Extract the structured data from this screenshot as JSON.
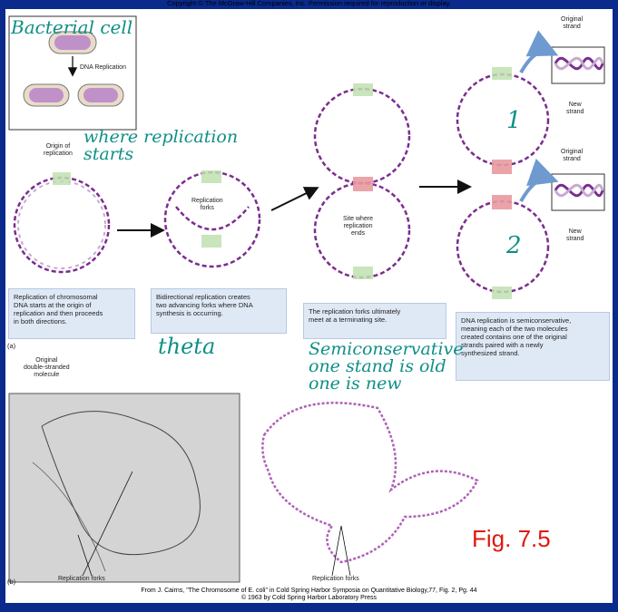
{
  "copyright": "Copyright © The McGraw-Hill Companies, Inc. Permission required for reproduction or display.",
  "inset": {
    "label": "DNA Replication"
  },
  "labels": {
    "origin": "Origin of\nreplication",
    "forks": "Replication\nforks",
    "site": "Site where\nreplication\nends",
    "original_strand_1": "Original\nstrand",
    "new_strand_1": "New\nstrand",
    "original_strand_2": "Original\nstrand",
    "new_strand_2": "New\nstrand",
    "panel_a": "(a)",
    "panel_b": "(b)",
    "original_molecule": "Original\ndouble-stranded\nmolecule",
    "forks_photo": "Replication forks",
    "forks_trace": "Replication forks"
  },
  "captions": {
    "c1": "Replication of chromosomal\nDNA starts at the origin of\nreplication and then proceeds\nin both directions.",
    "c2": "Bidirectional replication creates\ntwo advancing forks where DNA\nsynthesis is occurring.",
    "c3": "The replication forks ultimately\nmeet at a terminating site.",
    "c4": "DNA replication is semiconservative,\nmeaning each of the two molecules\ncreated contains one of the original\nstrands paired with a newly\nsynthesized strand."
  },
  "handwriting": {
    "bacterial_cell": "Bacterial cell",
    "where_replication_starts": "where replication\nstarts",
    "theta": "theta",
    "one": "1",
    "two": "2",
    "semiconservative": "Semiconservative\none stand is old\none is new"
  },
  "fig_label": "Fig. 7.5",
  "source": "From J. Cairns, \"The Chromosome of E. coli\" in Cold Spring Harbor Symposia on Quantitative Biology,77, Fig. 2, Pg. 44\n© 1963 by Cold Spring Harbor Laboratory Press",
  "colors": {
    "background": "#0a2a8c",
    "dna_purple": "#7b2d8e",
    "dna_light": "#c9a8d4",
    "green_box": "#bfe0b0",
    "red_box": "#e89aa0",
    "caption_bg": "#dfe9f6",
    "handwriting": "#0e8f86",
    "fig_label": "#e0190f",
    "arrow_blue": "#6e9ad0"
  }
}
